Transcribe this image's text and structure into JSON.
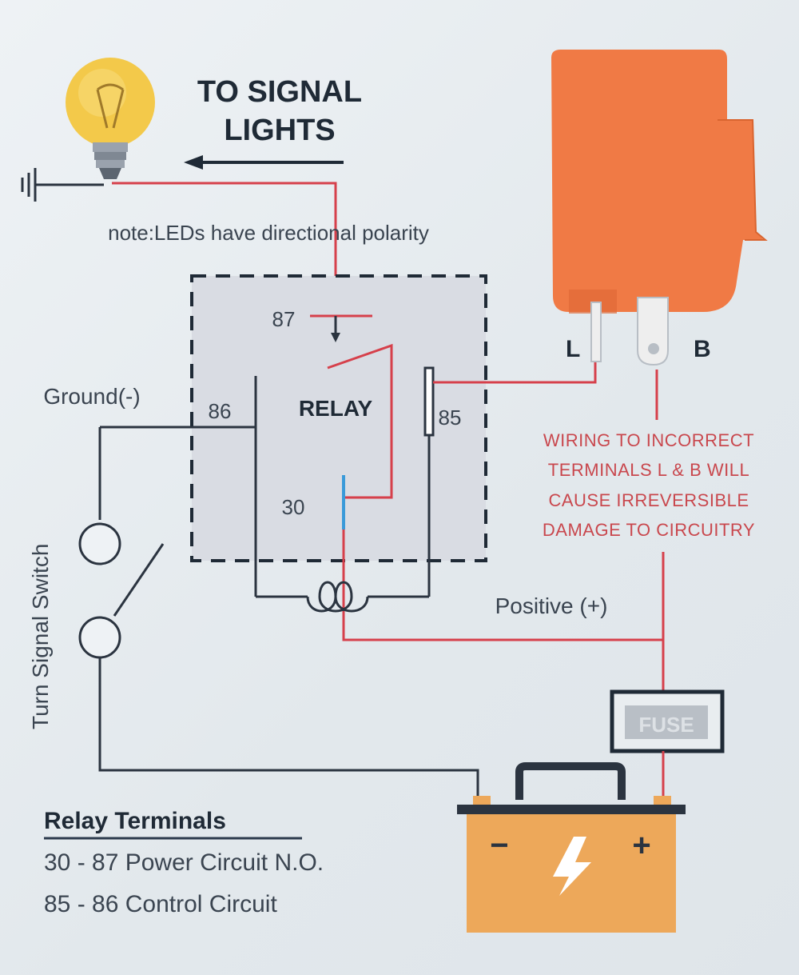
{
  "title_line1": "TO SIGNAL",
  "title_line2": "LIGHTS",
  "note": "note:LEDs have directional polarity",
  "relay": {
    "label": "RELAY",
    "pin87": "87",
    "pin86": "86",
    "pin85": "85",
    "pin30": "30"
  },
  "flasher": {
    "pin_l": "L",
    "pin_b": "B"
  },
  "ground_label": "Ground(-)",
  "switch_label": "Turn Signal Switch",
  "positive_label": "Positive (+)",
  "fuse_label": "FUSE",
  "battery": {
    "minus": "−",
    "plus": "+"
  },
  "warning": [
    "WIRING TO INCORRECT",
    "TERMINALS L & B WILL",
    "CAUSE IRREVERSIBLE",
    "DAMAGE TO CIRCUITRY"
  ],
  "legend": {
    "heading": "Relay Terminals",
    "line1": "30 - 87 Power Circuit N.O.",
    "line2": "85 - 86 Control Circuit"
  },
  "colors": {
    "wire_red": "#d6404b",
    "wire_black": "#2b3440",
    "wire_blue": "#3a9ad9",
    "flasher_orange": "#f07a45",
    "battery_orange": "#eda85a",
    "bulb_yellow": "#f3c94a"
  }
}
